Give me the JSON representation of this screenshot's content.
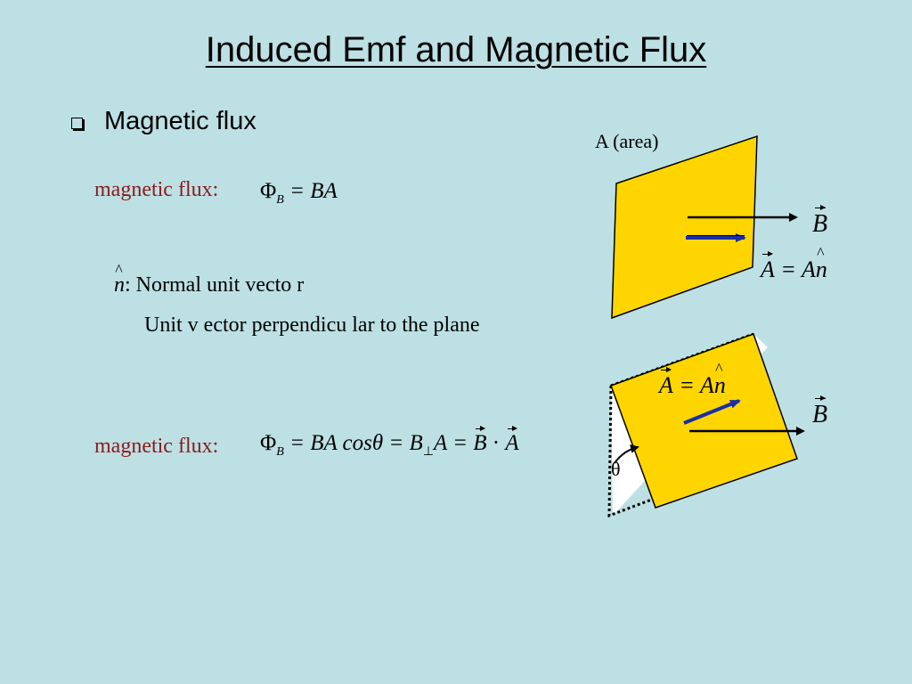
{
  "title": "Induced Emf and Magnetic Flux",
  "bullet": {
    "text": "Magnetic flux"
  },
  "section1": {
    "label": "magnetic flux:",
    "phi": "Φ",
    "phi_sub": "B",
    "eq_rest": " = BA"
  },
  "normal": {
    "symbol": "n",
    "text": ": Normal unit vecto r",
    "desc": "Unit v ector perpendicu lar to the plane"
  },
  "section2": {
    "label": "magnetic flux:",
    "phi": "Φ",
    "phi_sub": "B",
    "eq_part1": " = BA cosθ = B",
    "perp": "⊥",
    "eq_part2": "A = ",
    "vec_b": "B",
    "dot": " · ",
    "vec_a": "A"
  },
  "diagram1": {
    "area_label": "A (area)",
    "b_label": "B",
    "a_vec": "A",
    "eq": " = A",
    "n_hat": "n"
  },
  "diagram2": {
    "a_vec": "A",
    "eq": " = A",
    "n_hat": "n",
    "b_label": "B",
    "theta": "θ"
  },
  "colors": {
    "background": "#bde0e4",
    "plane_fill": "#ffd500",
    "normal_arrow": "#1a2ea8",
    "label_red": "#8b1a1a"
  }
}
